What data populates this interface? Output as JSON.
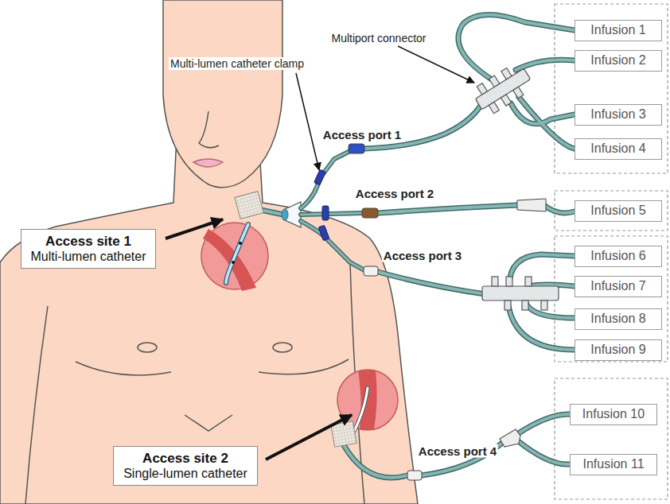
{
  "diagram": {
    "nodes": [
      {
        "text": [
          "Infusion 1"
        ]
      },
      {
        "text": [
          "Infusion 2"
        ]
      },
      {
        "text": [
          "Infusion 3"
        ]
      },
      {
        "text": [
          "Infusion 4"
        ]
      },
      {
        "text": [
          "Infusion 5"
        ]
      },
      {
        "text": [
          "Access site 1",
          "Multi-lumen catheter"
        ]
      },
      {
        "text": [
          "Infusion 6"
        ]
      },
      {
        "text": [
          "Infusion 7"
        ]
      },
      {
        "text": [
          "Infusion 8"
        ]
      },
      {
        "text": [
          "Infusion 9"
        ]
      },
      {
        "text": [
          "Infusion 10"
        ]
      },
      {
        "text": [
          "Infusion 11"
        ]
      },
      {
        "text": [
          "Access site 2",
          "Single-lumen catheter"
        ]
      }
    ],
    "labels": [
      "Multiport connector",
      "Multi-lumen catheter clamp",
      "Access port 1",
      "Access port 2",
      "Access port 3",
      "Access port 4"
    ]
  }
}
